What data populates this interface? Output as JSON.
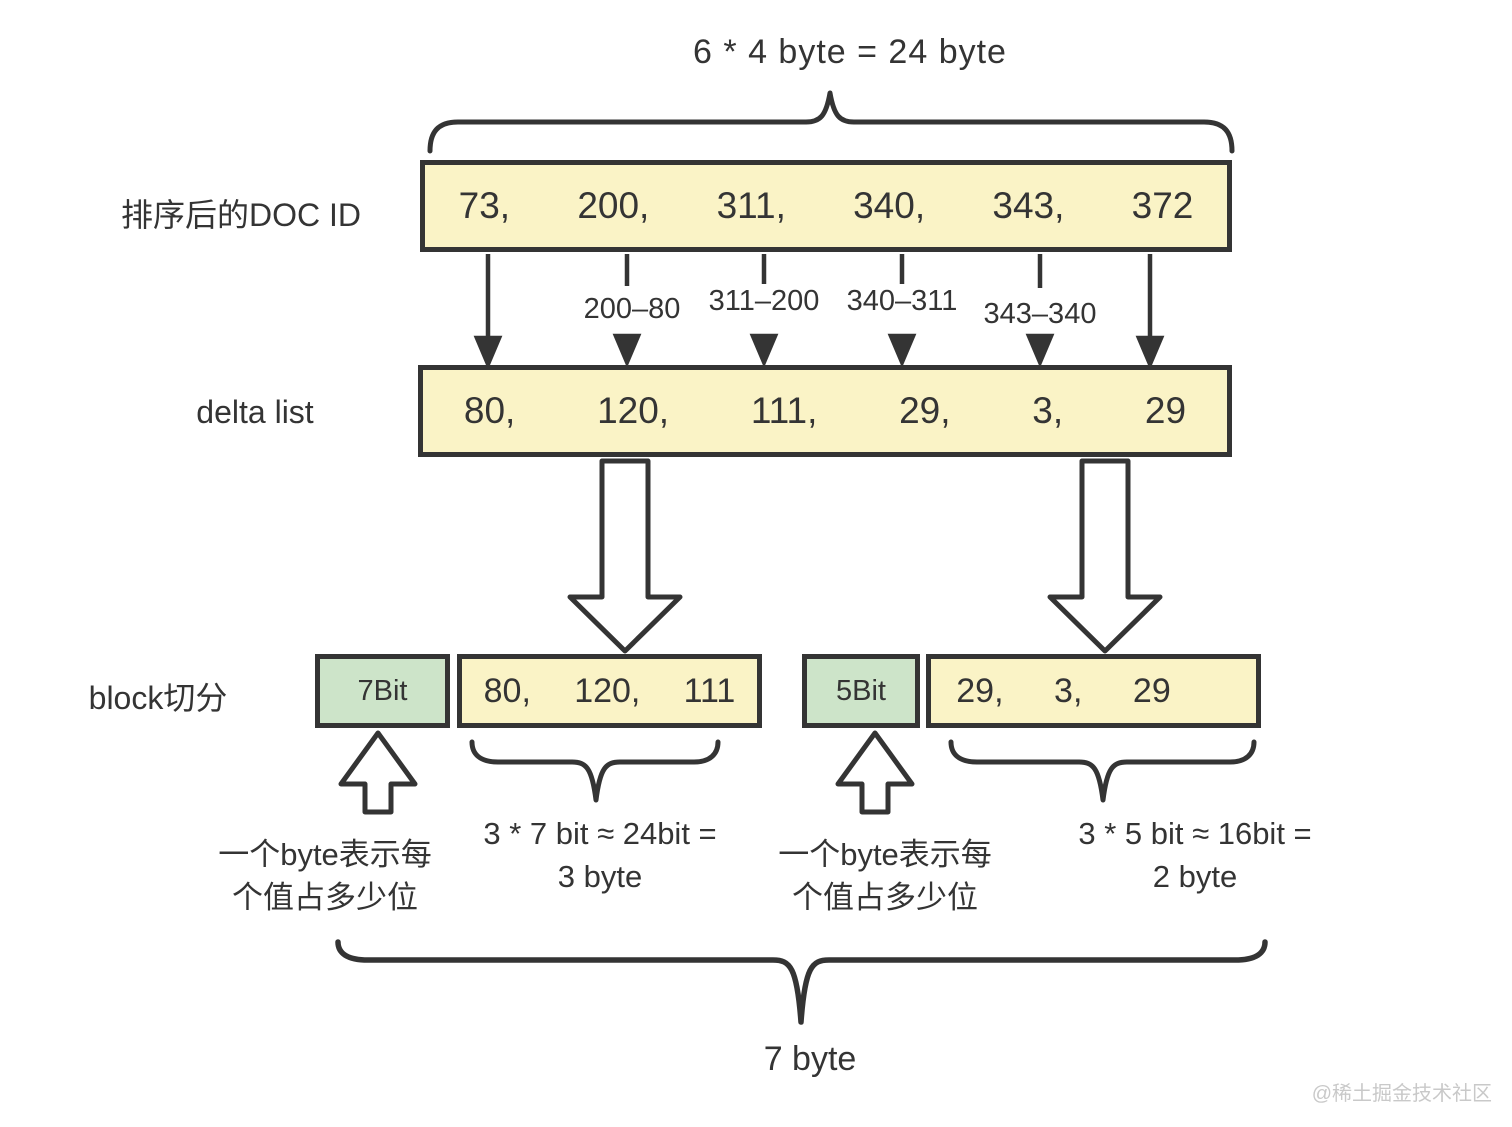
{
  "title": "6 * 4 byte = 24 byte",
  "doc_row": {
    "label": "排序后的DOC ID",
    "values": [
      "73,",
      "200,",
      "311,",
      "340,",
      "343,",
      "372"
    ]
  },
  "delta_arrows": {
    "labels": [
      "200–80",
      "311–200",
      "340–311",
      "343–340"
    ]
  },
  "delta_row": {
    "label": "delta list",
    "values": [
      "80,",
      "120,",
      "111,",
      "29,",
      "3,",
      "29"
    ]
  },
  "block_row": {
    "label": "block切分",
    "block1": {
      "bits_label": "7Bit",
      "values": [
        "80,",
        "120,",
        "111"
      ]
    },
    "block2": {
      "bits_label": "5Bit",
      "values": [
        "29,",
        "3,",
        "29"
      ]
    }
  },
  "annotations": {
    "byte_note_left": {
      "line1": "一个byte表示每",
      "line2": "个值占多少位"
    },
    "byte_note_right": {
      "line1": "一个byte表示每",
      "line2": "个值占多少位"
    },
    "block1_size_note": {
      "line1": "3 * 7 bit ≈ 24bit =",
      "line2": "3 byte"
    },
    "block2_size_note": {
      "line1": "3 * 5 bit ≈ 16bit =",
      "line2": "2 byte"
    },
    "total_bottom": "7 byte"
  },
  "watermark": "@稀土掘金技术社区",
  "colors": {
    "yellow": "#faf3c6",
    "green": "#cde4c9",
    "ink": "#343434",
    "watermark": "#c9c9c9"
  }
}
